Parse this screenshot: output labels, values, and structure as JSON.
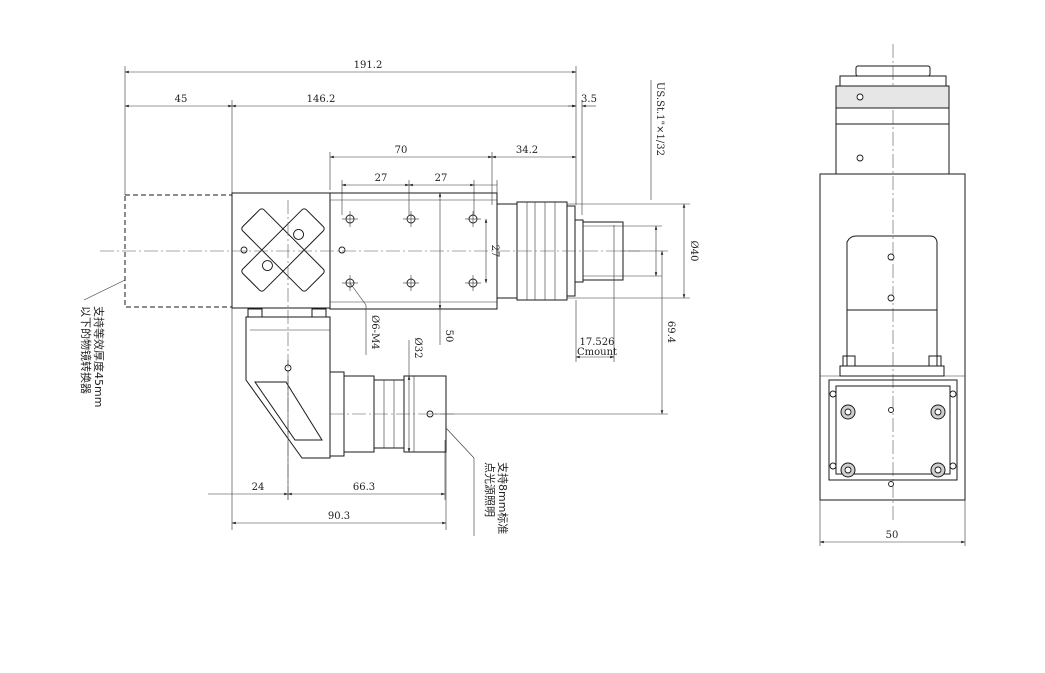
{
  "dimensions": {
    "overall_length": "191.2",
    "left_offset": "45",
    "main_length": "146.2",
    "end_gap": "3.5",
    "hole_span": "70",
    "flange_offset": "34.2",
    "hole_pitch_1": "27",
    "hole_pitch_2": "27",
    "hole_spec": "Ø6-M4",
    "vertical_27": "27",
    "vertical_50": "50",
    "dia_32": "Ø32",
    "dia_40": "Ø40",
    "thread_spec": "US.St.1\"×1/32",
    "height_69_4": "69.4",
    "cmount_distance": "17.526",
    "cmount_label": "Cmount",
    "bottom_24": "24",
    "bottom_66_3": "66.3",
    "bottom_90_3": "90.3",
    "side_width": "50"
  },
  "notes": {
    "prism_note_line1": "支持等效厚度45mm",
    "prism_note_line2": "以下的物镜转换器",
    "light_note_line1": "支持8mm标准",
    "light_note_line2": "点光源照明"
  }
}
